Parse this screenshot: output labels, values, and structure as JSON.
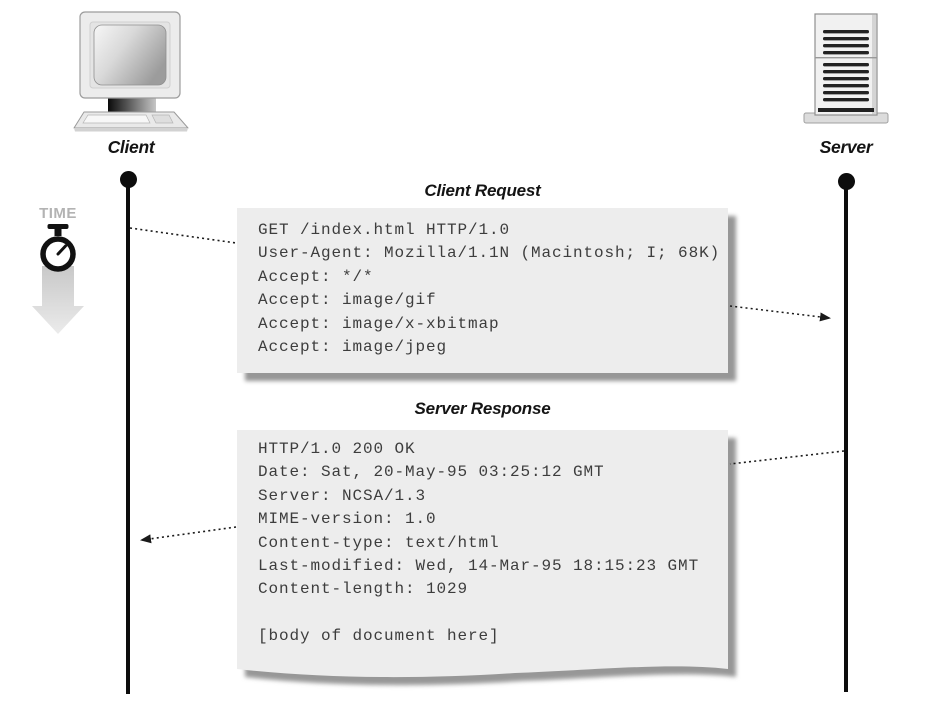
{
  "nodes": {
    "client_label": "Client",
    "server_label": "Server"
  },
  "time": {
    "label": "TIME"
  },
  "request": {
    "title": "Client Request",
    "lines": [
      "GET /index.html HTTP/1.0",
      "User-Agent: Mozilla/1.1N (Macintosh; I; 68K)",
      "Accept: */*",
      "Accept: image/gif",
      "Accept: image/x-xbitmap",
      "Accept: image/jpeg"
    ]
  },
  "response": {
    "title": "Server Response",
    "lines": [
      "HTTP/1.0 200 OK",
      "Date: Sat, 20-May-95 03:25:12 GMT",
      "Server: NCSA/1.3",
      "MIME-version: 1.0",
      "Content-type: text/html",
      "Last-modified: Wed, 14-Mar-95 18:15:23 GMT",
      "Content-length: 1029",
      "",
      "[body of document here]"
    ]
  },
  "icons": {
    "client": "desktop-computer-icon",
    "server": "server-tower-icon",
    "time": "stopwatch-icon",
    "time_arrow": "down-arrow-icon"
  },
  "colors": {
    "paper": "#ededed",
    "paper_shadow": "#979797",
    "ink": "#111111",
    "mono_text": "#3d3d3d",
    "time_label": "#b3b3b3"
  }
}
